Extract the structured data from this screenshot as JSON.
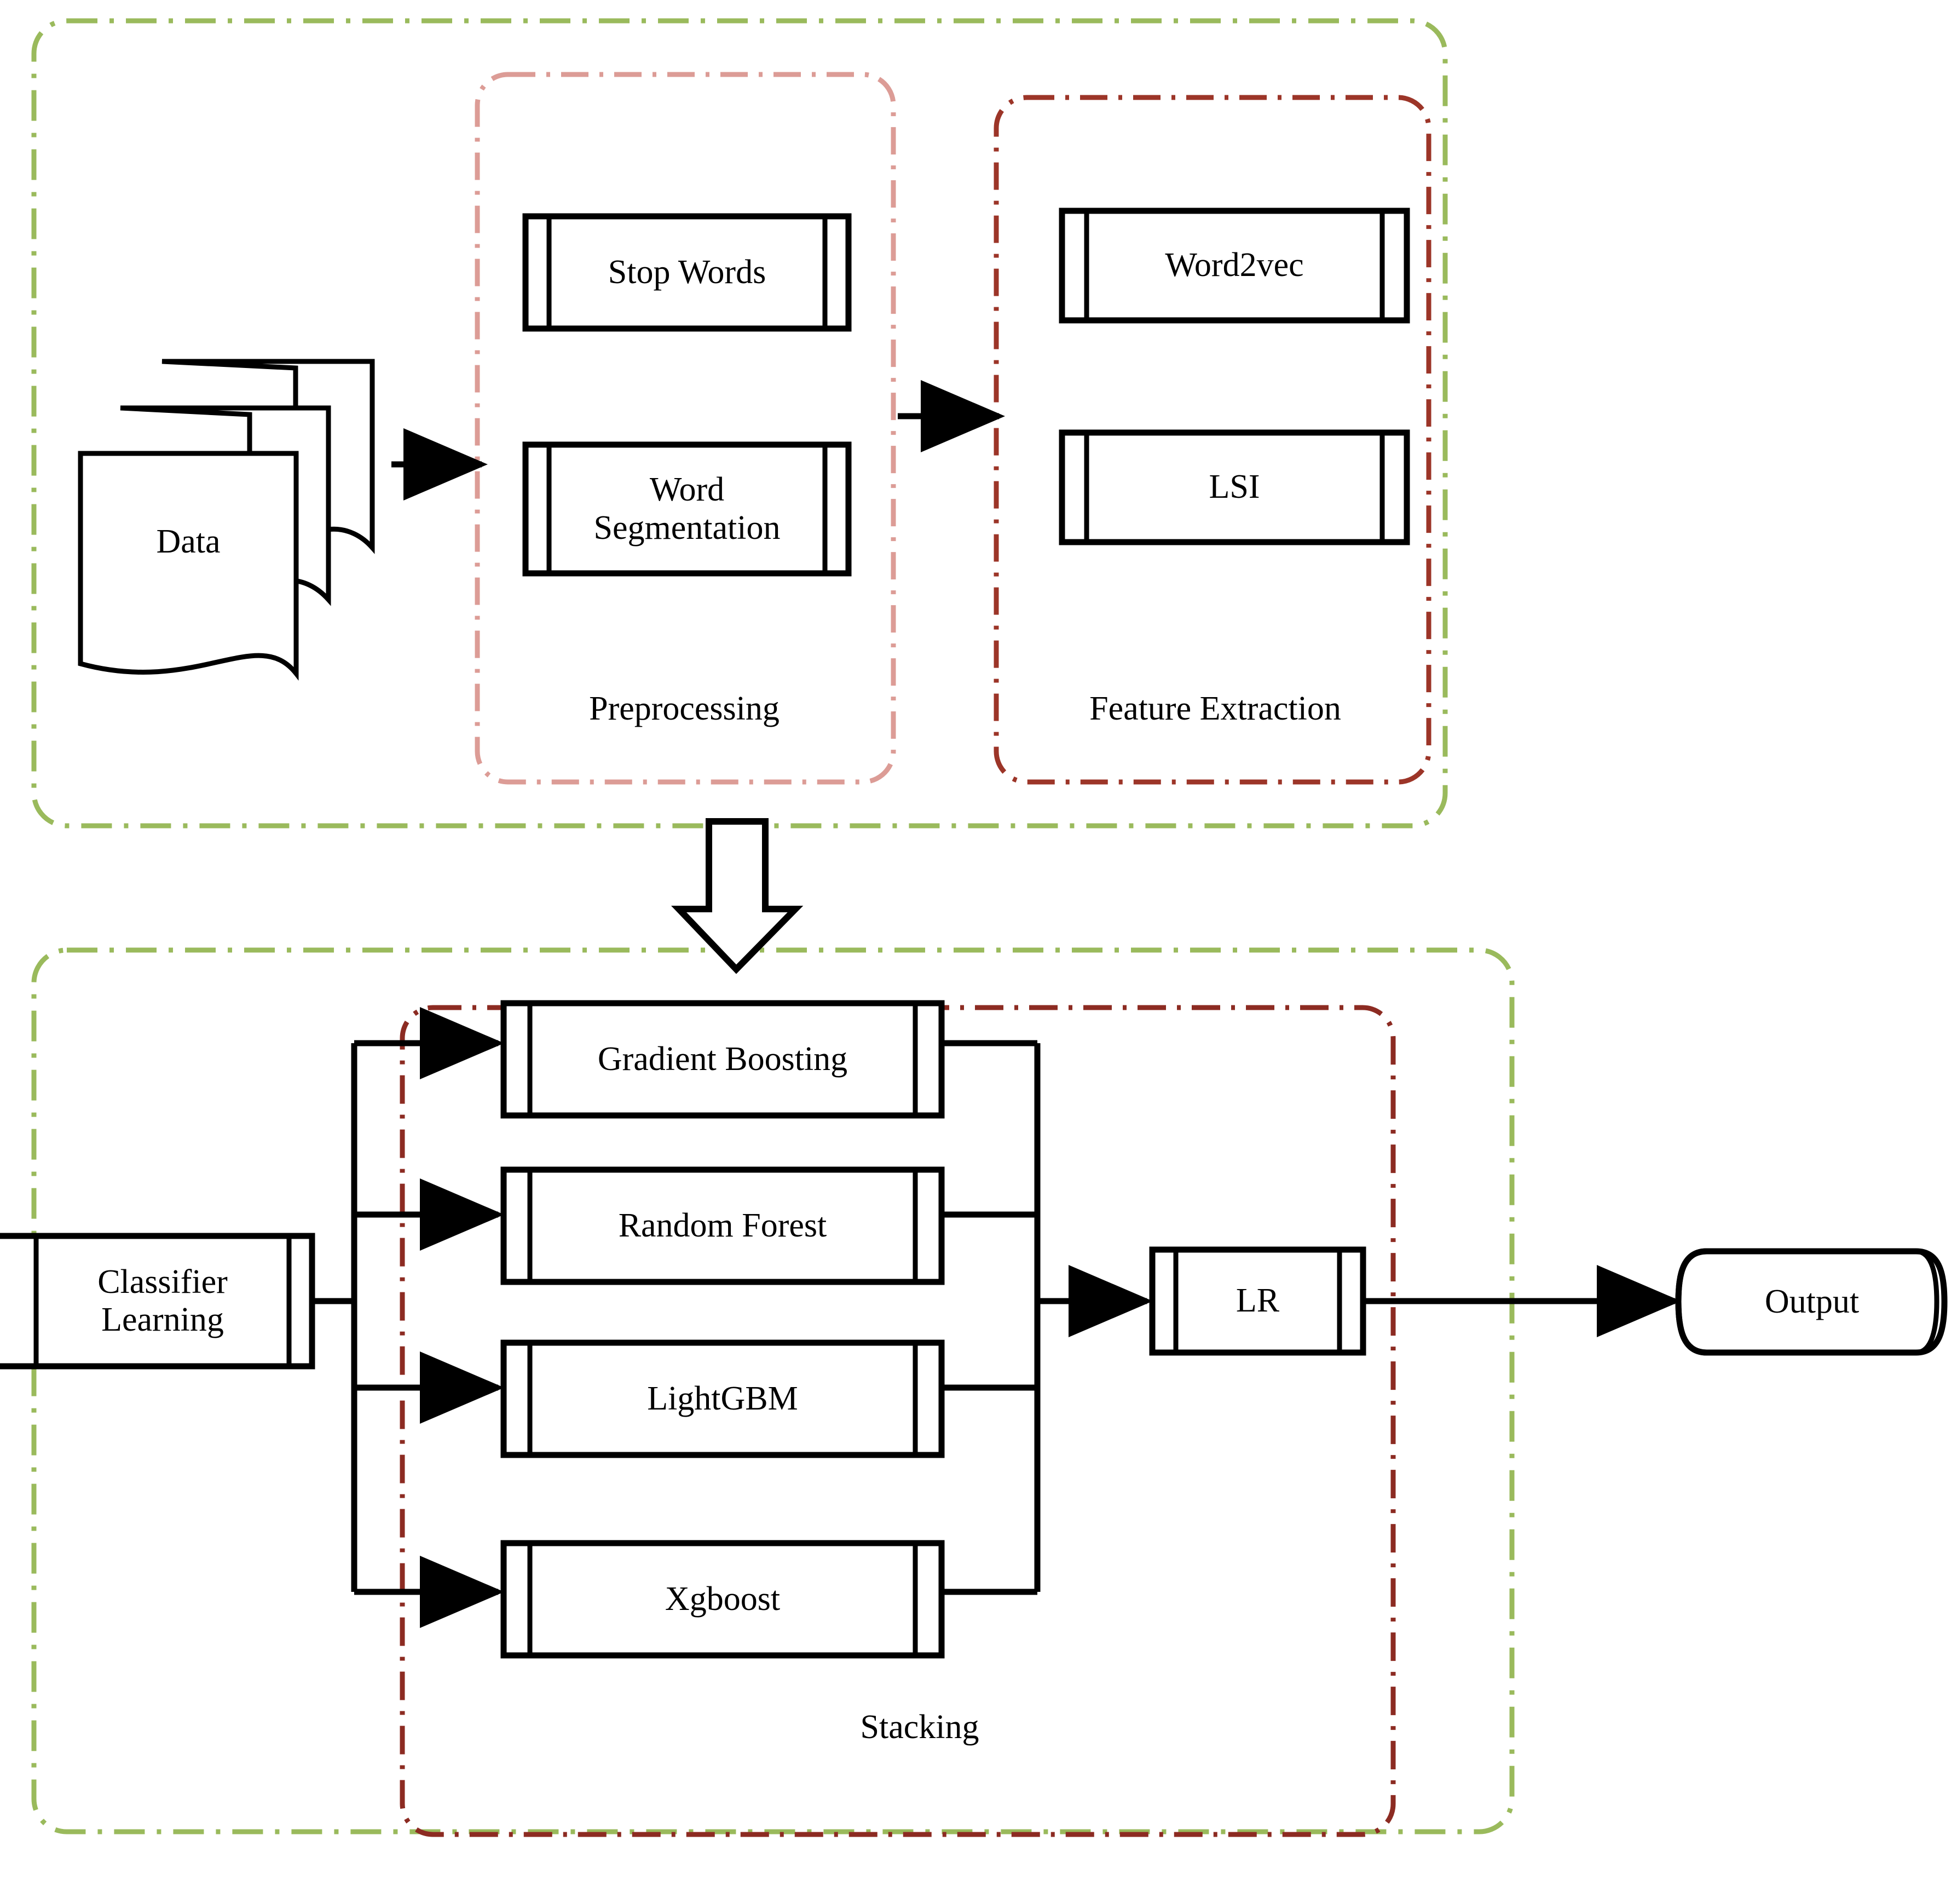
{
  "diagram": {
    "title": "Text classification pipeline flowchart",
    "colors": {
      "outer_group_border": "#9aba5c",
      "preprocessing_border": "#dc9c96",
      "feature_extraction_border": "#9c3528",
      "stacking_border": "#8c2b22",
      "node_stroke": "#000000",
      "node_fill": "#ffffff",
      "connector": "#000000"
    },
    "groups": [
      {
        "id": "pipeline-top",
        "label": "",
        "border_color": "#9aba5c"
      },
      {
        "id": "preprocessing",
        "label": "Preprocessing",
        "border_color": "#dc9c96"
      },
      {
        "id": "feature-extraction",
        "label": "Feature Extraction",
        "border_color": "#9c3528"
      },
      {
        "id": "pipeline-bottom",
        "label": "",
        "border_color": "#9aba5c"
      },
      {
        "id": "stacking",
        "label": "Stacking",
        "border_color": "#8c2b22"
      }
    ],
    "nodes": {
      "data": {
        "label": "Data",
        "shape": "multidocument"
      },
      "stop_words": {
        "label": "Stop Words",
        "shape": "predefined-process"
      },
      "word_segmentation": {
        "label": "Word\nSegmentation",
        "shape": "predefined-process"
      },
      "word2vec": {
        "label": "Word2vec",
        "shape": "predefined-process"
      },
      "lsi": {
        "label": "LSI",
        "shape": "predefined-process"
      },
      "classifier_learning": {
        "label": "Classifier\nLearning",
        "shape": "predefined-process"
      },
      "gradient_boosting": {
        "label": "Gradient Boosting",
        "shape": "predefined-process"
      },
      "random_forest": {
        "label": "Random Forest",
        "shape": "predefined-process"
      },
      "lightgbm": {
        "label": "LightGBM",
        "shape": "predefined-process"
      },
      "xgboost": {
        "label": "Xgboost",
        "shape": "predefined-process"
      },
      "lr": {
        "label": "LR",
        "shape": "predefined-process"
      },
      "output": {
        "label": "Output",
        "shape": "cylinder"
      }
    },
    "edges": [
      {
        "from": "data",
        "to": "preprocessing",
        "style": "arrow"
      },
      {
        "from": "preprocessing",
        "to": "feature-extraction",
        "style": "arrow"
      },
      {
        "from": "pipeline-top",
        "to": "pipeline-bottom",
        "style": "block-arrow"
      },
      {
        "from": "classifier_learning",
        "to": "gradient_boosting",
        "style": "arrow"
      },
      {
        "from": "classifier_learning",
        "to": "random_forest",
        "style": "arrow"
      },
      {
        "from": "classifier_learning",
        "to": "lightgbm",
        "style": "arrow"
      },
      {
        "from": "classifier_learning",
        "to": "xgboost",
        "style": "arrow"
      },
      {
        "from": "gradient_boosting",
        "to": "lr",
        "style": "merge"
      },
      {
        "from": "random_forest",
        "to": "lr",
        "style": "merge"
      },
      {
        "from": "lightgbm",
        "to": "lr",
        "style": "merge"
      },
      {
        "from": "xgboost",
        "to": "lr",
        "style": "merge"
      },
      {
        "from": "lr",
        "to": "output",
        "style": "arrow"
      }
    ]
  }
}
